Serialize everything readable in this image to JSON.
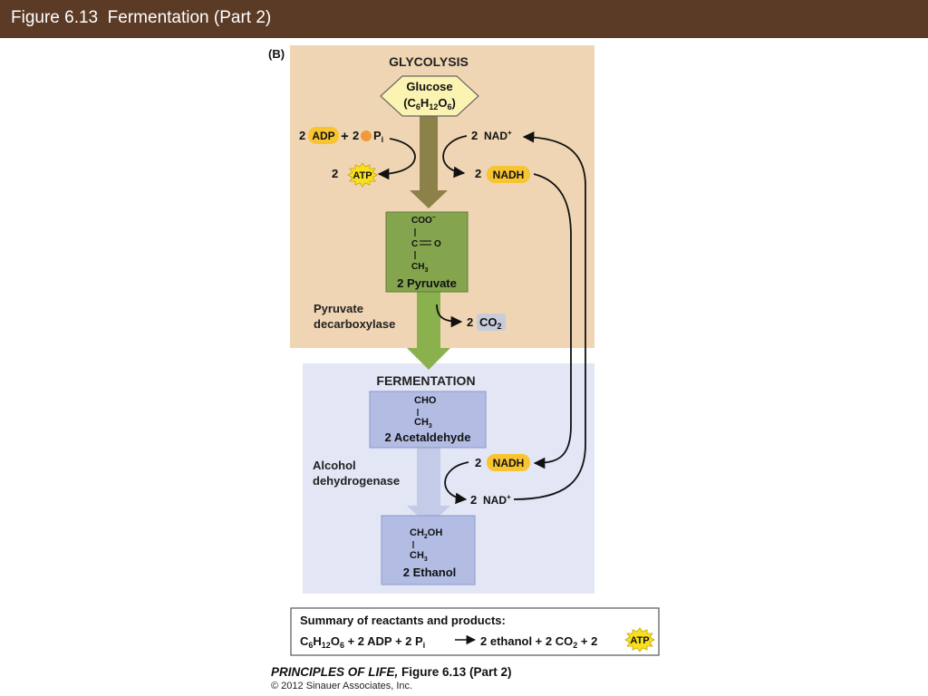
{
  "slide": {
    "title": "Figure 6.13  Fermentation (Part 2)"
  },
  "diagram": {
    "panel_label": "(B)",
    "glycolysis": {
      "heading": "GLYCOLYSIS",
      "glucose_name": "Glucose",
      "glucose_formula": [
        "(C",
        "6",
        "H",
        "12",
        "O",
        "6",
        ")"
      ],
      "adp_coeff": "2",
      "adp_label": "ADP",
      "plus": "+",
      "pi_coeff": "2",
      "pi_label": "P",
      "pi_sub": "i",
      "atp_coeff": "2",
      "atp_label": "ATP",
      "nad_coeff": "2",
      "nad_label": "NAD",
      "nad_sup": "+",
      "nadh_coeff": "2",
      "nadh_label": "NADH",
      "pyruvate_structure": {
        "l1": "COO",
        "l1_sup": "−",
        "l2": "C",
        "l2_bond": "O",
        "l3": "CH",
        "l3_sub": "3"
      },
      "pyruvate_label": "2 Pyruvate",
      "enzyme_line1": "Pyruvate",
      "enzyme_line2": "decarboxylase",
      "co2_coeff": "2",
      "co2_label": "CO",
      "co2_sub": "2"
    },
    "fermentation": {
      "heading": "FERMENTATION",
      "acetaldehyde_structure": {
        "l1": "CHO",
        "l2": "CH",
        "l2_sub": "3"
      },
      "acetaldehyde_label": "2 Acetaldehyde",
      "enzyme_line1": "Alcohol",
      "enzyme_line2": "dehydrogenase",
      "nadh_coeff": "2",
      "nadh_label": "NADH",
      "nad_coeff": "2",
      "nad_label": "NAD",
      "nad_sup": "+",
      "ethanol_structure": {
        "l1a": "CH",
        "l1_sub": "2",
        "l1b": "OH",
        "l2": "CH",
        "l2_sub": "3"
      },
      "ethanol_label": "2 Ethanol"
    },
    "summary": {
      "heading": "Summary of reactants and products:",
      "lhs_formula": [
        "C",
        "6",
        "H",
        "12",
        "O",
        "6"
      ],
      "lhs_rest": " + 2 ADP + 2 P",
      "lhs_pi_sub": "i",
      "rhs_a": "2 ethanol + 2 CO",
      "rhs_co2_sub": "2",
      "rhs_b": " + 2",
      "atp_label": "ATP"
    }
  },
  "credit": {
    "book": "PRINCIPLES OF LIFE,",
    "figure": " Figure 6.13 (Part 2)",
    "copyright": "© 2012 Sinauer Associates, Inc."
  },
  "colors": {
    "title_bar": "#5b3a26",
    "glycolysis_bg": "#efd5b3",
    "fermentation_bg": "#e2e6f5",
    "olive_arrow": "#8c8148",
    "green_box": "#84a44e",
    "green_arrow": "#8bb04e",
    "blue_box": "#b3bde4",
    "badge_yellow": "#f8c430",
    "phosphate_orange": "#f29a3a"
  }
}
